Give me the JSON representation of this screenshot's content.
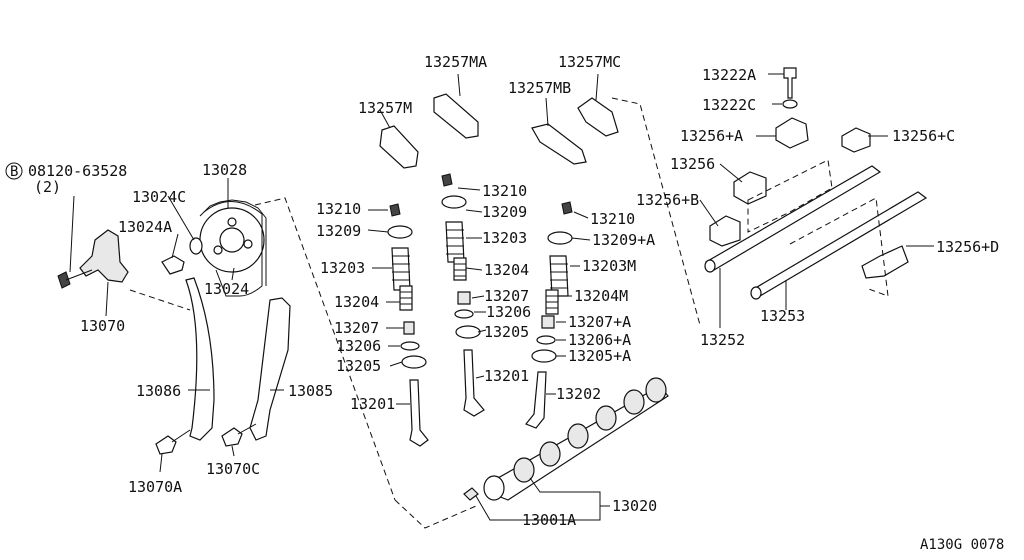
{
  "diagram": {
    "ref_code": "A130G 0078",
    "bolt_callout": {
      "symbol": "B",
      "part": "08120-63528",
      "qty": "(2)"
    },
    "labels": {
      "l13028": "13028",
      "l13024C": "13024C",
      "l13024A": "13024A",
      "l13024": "13024",
      "l13070": "13070",
      "l13086": "13086",
      "l13085": "13085",
      "l13070A": "13070A",
      "l13070C": "13070C",
      "l13257M": "13257M",
      "l13257MA": "13257MA",
      "l13257MB": "13257MB",
      "l13257MC": "13257MC",
      "l13210a": "13210",
      "l13209a": "13209",
      "l13203a": "13203",
      "l13204a": "13204",
      "l13207a": "13207",
      "l13206a": "13206",
      "l13205a": "13205",
      "l13201a": "13201",
      "l13210b": "13210",
      "l13209b": "13209",
      "l13203b": "13203",
      "l13204b": "13204",
      "l13207b": "13207",
      "l13206b": "13206",
      "l13205b": "13205",
      "l13201b": "13201",
      "l13210c": "13210",
      "l13209A": "13209+A",
      "l13203M": "13203M",
      "l13204M": "13204M",
      "l13207A": "13207+A",
      "l13206A": "13206+A",
      "l13205A": "13205+A",
      "l13202": "13202",
      "l13020": "13020",
      "l13001A": "13001A",
      "l13222A": "13222A",
      "l13222C": "13222C",
      "l13256A": "13256+A",
      "l13256C": "13256+C",
      "l13256": "13256",
      "l13256B": "13256+B",
      "l13256D": "13256+D",
      "l13252": "13252",
      "l13253": "13253"
    }
  }
}
